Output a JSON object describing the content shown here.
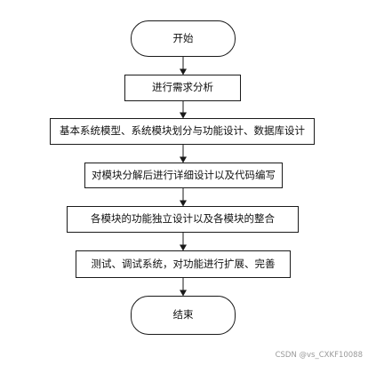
{
  "flowchart": {
    "start": "开始",
    "steps": [
      "进行需求分析",
      "基本系统模型、系统模块划分与功能设计、数据库设计",
      "对模块分解后进行详细设计以及代码编写",
      "各模块的功能独立设计以及各模块的整合",
      "测试、调试系统，对功能进行扩展、完善"
    ],
    "end": "结束"
  },
  "watermark": "CSDN @vs_CXKF10088"
}
